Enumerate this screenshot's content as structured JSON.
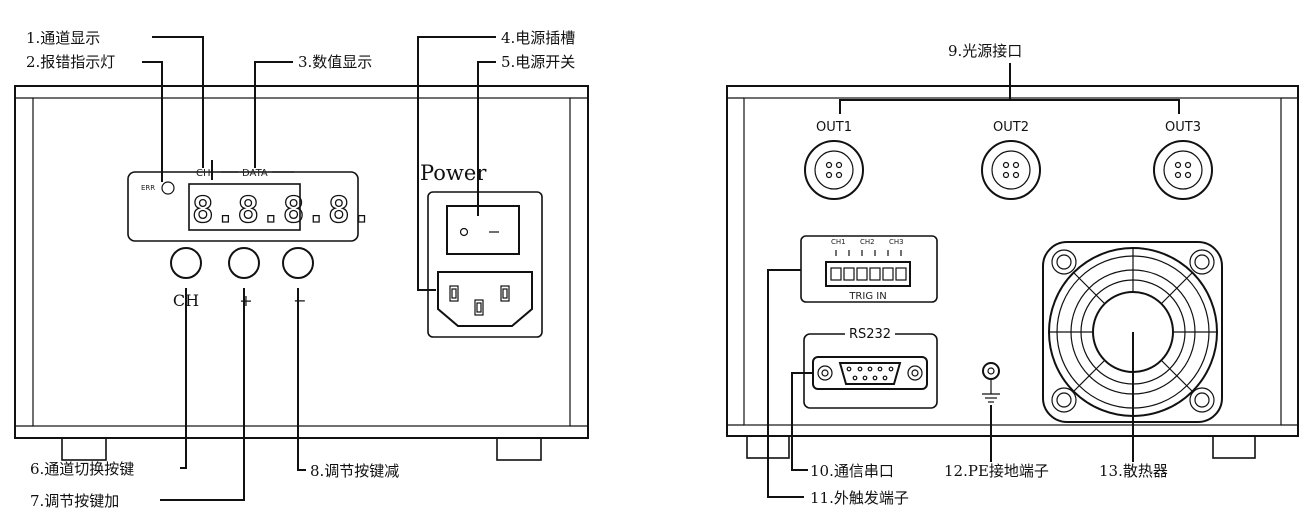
{
  "callouts": {
    "c1": "1.通道显示",
    "c2": "2.报错指示灯",
    "c3": "3.数值显示",
    "c4": "4.电源插槽",
    "c5": "5.电源开关",
    "c6": "6.通道切换按键",
    "c7": "7.调节按键加",
    "c8": "8.调节按键减",
    "c9": "9.光源接口",
    "c10": "10.通信串口",
    "c11": "11.外触发端子",
    "c12": "12.PE接地端子",
    "c13": "13.散热器"
  },
  "front": {
    "err_label": "ERR",
    "ch_label": "CH",
    "data_label": "DATA",
    "display_value": "8.8.8.8.",
    "button_ch": "CH",
    "button_plus": "+",
    "button_minus": "−",
    "power_label": "Power"
  },
  "rear": {
    "outputs": [
      "OUT1",
      "OUT2",
      "OUT3"
    ],
    "trig_channels": [
      "CH1",
      "CH2",
      "CH3"
    ],
    "trig_label": "TRIG IN",
    "rs232_label": "RS232"
  }
}
